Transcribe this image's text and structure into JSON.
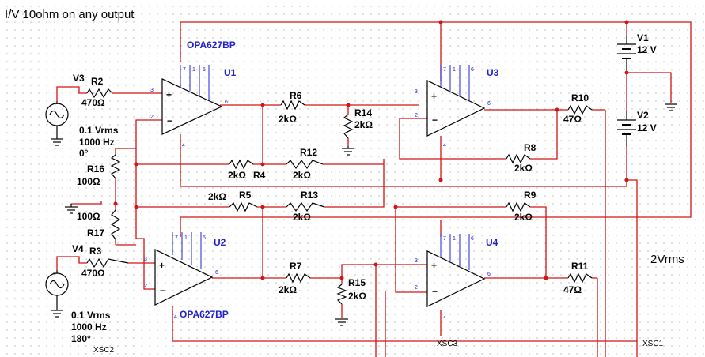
{
  "title": "I/V 10ohm on any output",
  "annotation": "2Vrms",
  "parts": {
    "u1": "U1",
    "u1_model": "OPA627BP",
    "u2": "U2",
    "u2_model": "OPA627BP",
    "u3": "U3",
    "u4": "U4"
  },
  "sources": {
    "v1": {
      "name": "V1",
      "value": "12 V"
    },
    "v2": {
      "name": "V2",
      "value": "12 V"
    },
    "v3": {
      "name": "V3",
      "amp": "0.1 Vrms",
      "freq": "1000 Hz",
      "phase": "0°"
    },
    "v4": {
      "name": "V4",
      "amp": "0.1 Vrms",
      "freq": "1000 Hz",
      "phase": "180°"
    }
  },
  "resistors": {
    "r2": {
      "name": "R2",
      "value": "470Ω"
    },
    "r3": {
      "name": "R3",
      "value": "470Ω"
    },
    "r4": {
      "name": "R4",
      "value": "2kΩ"
    },
    "r5": {
      "name": "R5",
      "value": "2kΩ"
    },
    "r6": {
      "name": "R6",
      "value": "2kΩ"
    },
    "r7": {
      "name": "R7",
      "value": "2kΩ"
    },
    "r8": {
      "name": "R8",
      "value": "2kΩ"
    },
    "r9": {
      "name": "R9",
      "value": "2kΩ"
    },
    "r10": {
      "name": "R10",
      "value": "47Ω"
    },
    "r11": {
      "name": "R11",
      "value": "47Ω"
    },
    "r12": {
      "name": "R12",
      "value": "2kΩ"
    },
    "r13": {
      "name": "R13",
      "value": "2kΩ"
    },
    "r14": {
      "name": "R14",
      "value": "2kΩ"
    },
    "r15": {
      "name": "R15",
      "value": "2kΩ"
    },
    "r16": {
      "name": "R16",
      "value": "100Ω"
    },
    "r17": {
      "name": "R17",
      "value": "100Ω"
    }
  },
  "probes": [
    "XSC2",
    "XSC3",
    "XSC1"
  ],
  "colors": {
    "wire": "#d21414",
    "component": "#000000",
    "reference": "#2020d0",
    "grid": "#9a9a9a"
  }
}
